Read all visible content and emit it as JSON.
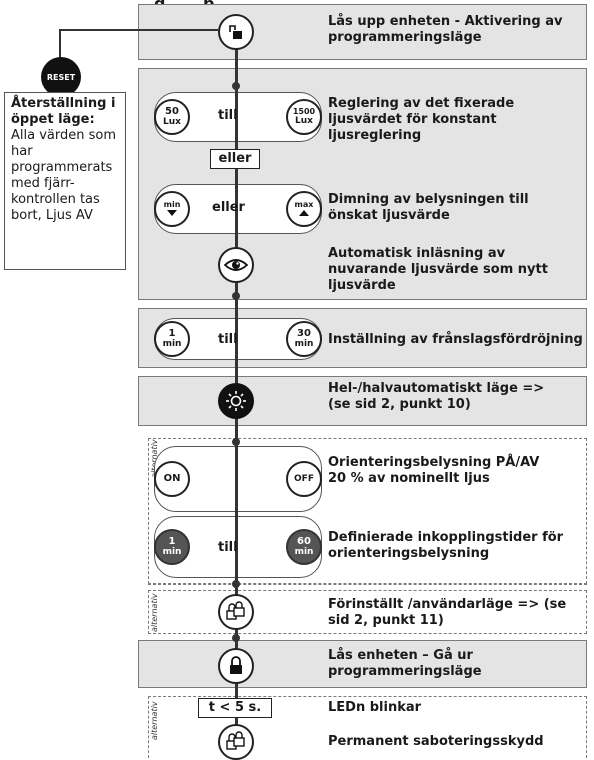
{
  "header": {
    "title": "…g…  …p…"
  },
  "reset": {
    "button_label": "RESET",
    "title": "Återställning i öppet läge:",
    "body": "Alla värden som har programmerats med fjärr-kontrollen tas bort, Ljus AV"
  },
  "alt_label": "alternativ",
  "steps": {
    "unlock": {
      "desc": "Lås upp enheten - Aktivering av programmeringsläge"
    },
    "lux": {
      "left_top": "50",
      "left_bot": "Lux",
      "mid": "till",
      "right_top": "1500",
      "right_bot": "Lux",
      "desc": "Reglering av det fixerade ljusvärdet för konstant ljusreglering"
    },
    "or_label": "eller",
    "dim": {
      "left_top": "min",
      "mid": "eller",
      "right_top": "max",
      "desc": "Dimning av belysningen till önskat ljusvärde"
    },
    "eye": {
      "desc": "Automatisk inläsning av nuvarande ljusvärde som nytt ljusvärde"
    },
    "delay": {
      "left_top": "1",
      "left_bot": "min",
      "mid": "till",
      "right_top": "30",
      "right_bot": "min",
      "desc": "Inställning av frånslagsfördröjning"
    },
    "auto": {
      "desc": "Hel-/halvautomatiskt läge => (se sid 2, punkt 10)"
    },
    "orient": {
      "left": "ON",
      "right": "OFF",
      "desc": "Orienteringsbelysning PÅ/AV 20 % av nominellt ljus"
    },
    "times": {
      "left_top": "1",
      "left_bot": "min",
      "mid": "till",
      "right_top": "60",
      "right_bot": "min",
      "desc": "Definierade inkopplingstider för orienteringsbelysning"
    },
    "preset": {
      "desc": "Förinställt /användarläge => (se sid 2, punkt 11)"
    },
    "lock": {
      "desc": "Lås enheten – Gå ur programmeringsläge"
    },
    "blink": {
      "label": "t < 5 s.",
      "desc": "LEDn blinkar"
    },
    "sabotage": {
      "desc": "Permanent saboteringsskydd"
    }
  }
}
